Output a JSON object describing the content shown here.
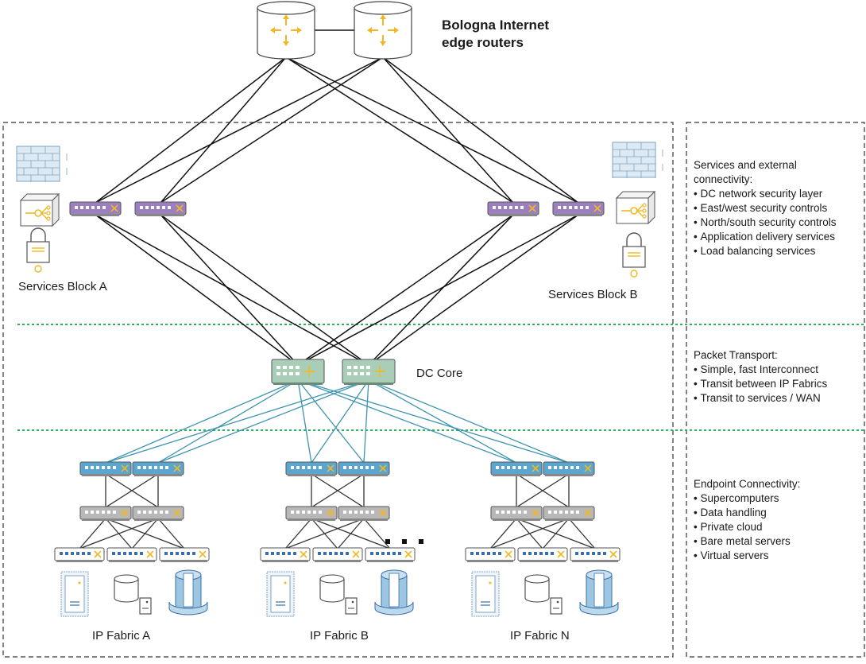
{
  "title": [
    "Bologna Internet",
    "edge routers"
  ],
  "labels": {
    "services_a": "Services Block A",
    "services_b": "Services Block B",
    "dc_core": "DC Core",
    "fabric_a": "IP Fabric A",
    "fabric_b": "IP Fabric B",
    "fabric_n": "IP Fabric N"
  },
  "panels": {
    "services": {
      "heading": [
        "Services and external",
        "connectivity:"
      ],
      "items": [
        "DC network security layer",
        "East/west security controls",
        "North/south security controls",
        "Application delivery services",
        "Load balancing services"
      ]
    },
    "transport": {
      "heading": [
        "Packet Transport:"
      ],
      "items": [
        "Simple, fast Interconnect",
        "Transit between IP Fabrics",
        "Transit to services / WAN"
      ]
    },
    "endpoint": {
      "heading": [
        "Endpoint Connectivity:"
      ],
      "items": [
        "Supercomputers",
        "Data handling",
        "Private cloud",
        "Bare metal servers",
        "Virtual servers"
      ]
    }
  },
  "icons": {
    "edge_router": "router-cylinder-icon",
    "services_switch": "purple-switch-icon",
    "core_switch": "green-router-switch-icon",
    "spine_switch": "blue-switch-icon",
    "agg_switch": "gray-switch-icon",
    "leaf_switch": "white-switch-icon",
    "firewall": "firewall-icon",
    "load_balancer": "load-balancer-icon",
    "lock": "lock-icon",
    "server": "server-icon",
    "storage": "storage-icon",
    "supercomputer": "supercomputer-icon"
  },
  "colors": {
    "purple_switch": "#9b7fbf",
    "green_core": "#a9cdb6",
    "blue_spine": "#5aa6d0",
    "gray_agg": "#b8b8b8",
    "teal_link": "#3d94b0",
    "green_divider": "#2bb35a",
    "accent_yellow": "#f2b822"
  }
}
